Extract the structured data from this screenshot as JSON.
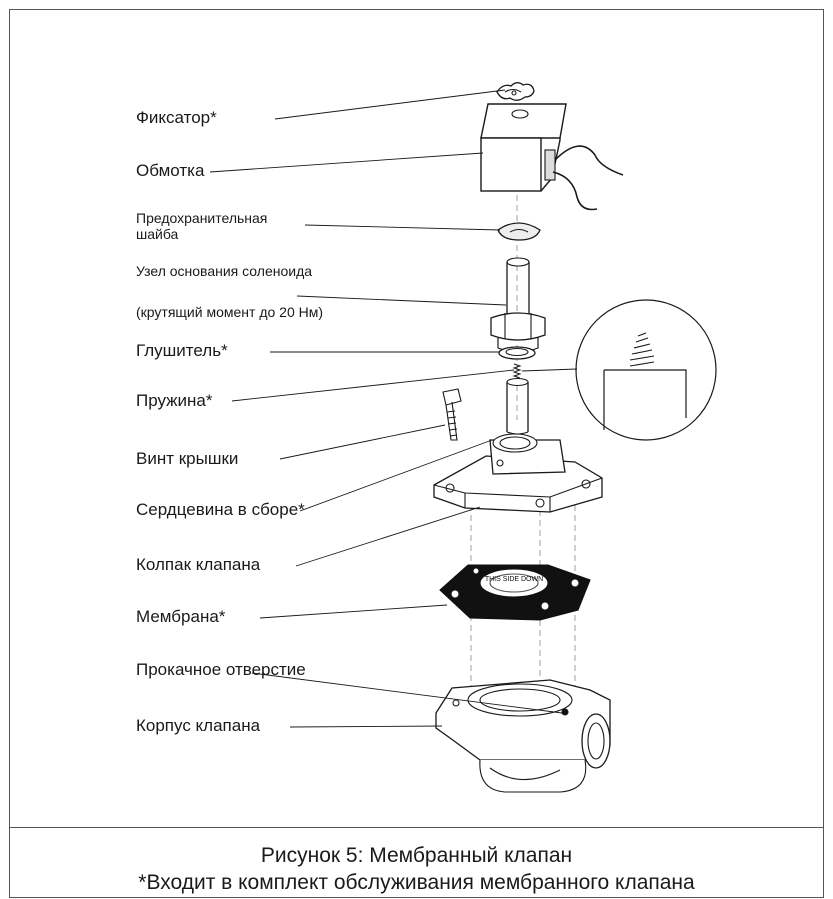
{
  "labels": {
    "retainer": "Фиксатор*",
    "coil": "Обмотка",
    "safety_washer_line1": "Предохранительная",
    "safety_washer_line2": "шайба",
    "solenoid_base": "Узел основания соленоида",
    "torque": "(крутящий момент до 20 Нм)",
    "muffler": "Глушитель*",
    "spring": "Пружина*",
    "cover_screw": "Винт крышки",
    "core_assembly": "Сердцевина в сборе*",
    "valve_cap": "Колпак клапана",
    "membrane": "Мембрана*",
    "bleed_hole": "Прокачное отверстие",
    "valve_body": "Корпус клапана"
  },
  "membrane_stamp": "THIS SIDE DOWN",
  "caption": {
    "title": "Рисунок 5: Мембранный клапан",
    "note": "*Входит в комплект обслуживания мембранного клапана"
  },
  "colors": {
    "line": "#1a1a1a",
    "frame": "#555555",
    "membrane": "#111111"
  }
}
